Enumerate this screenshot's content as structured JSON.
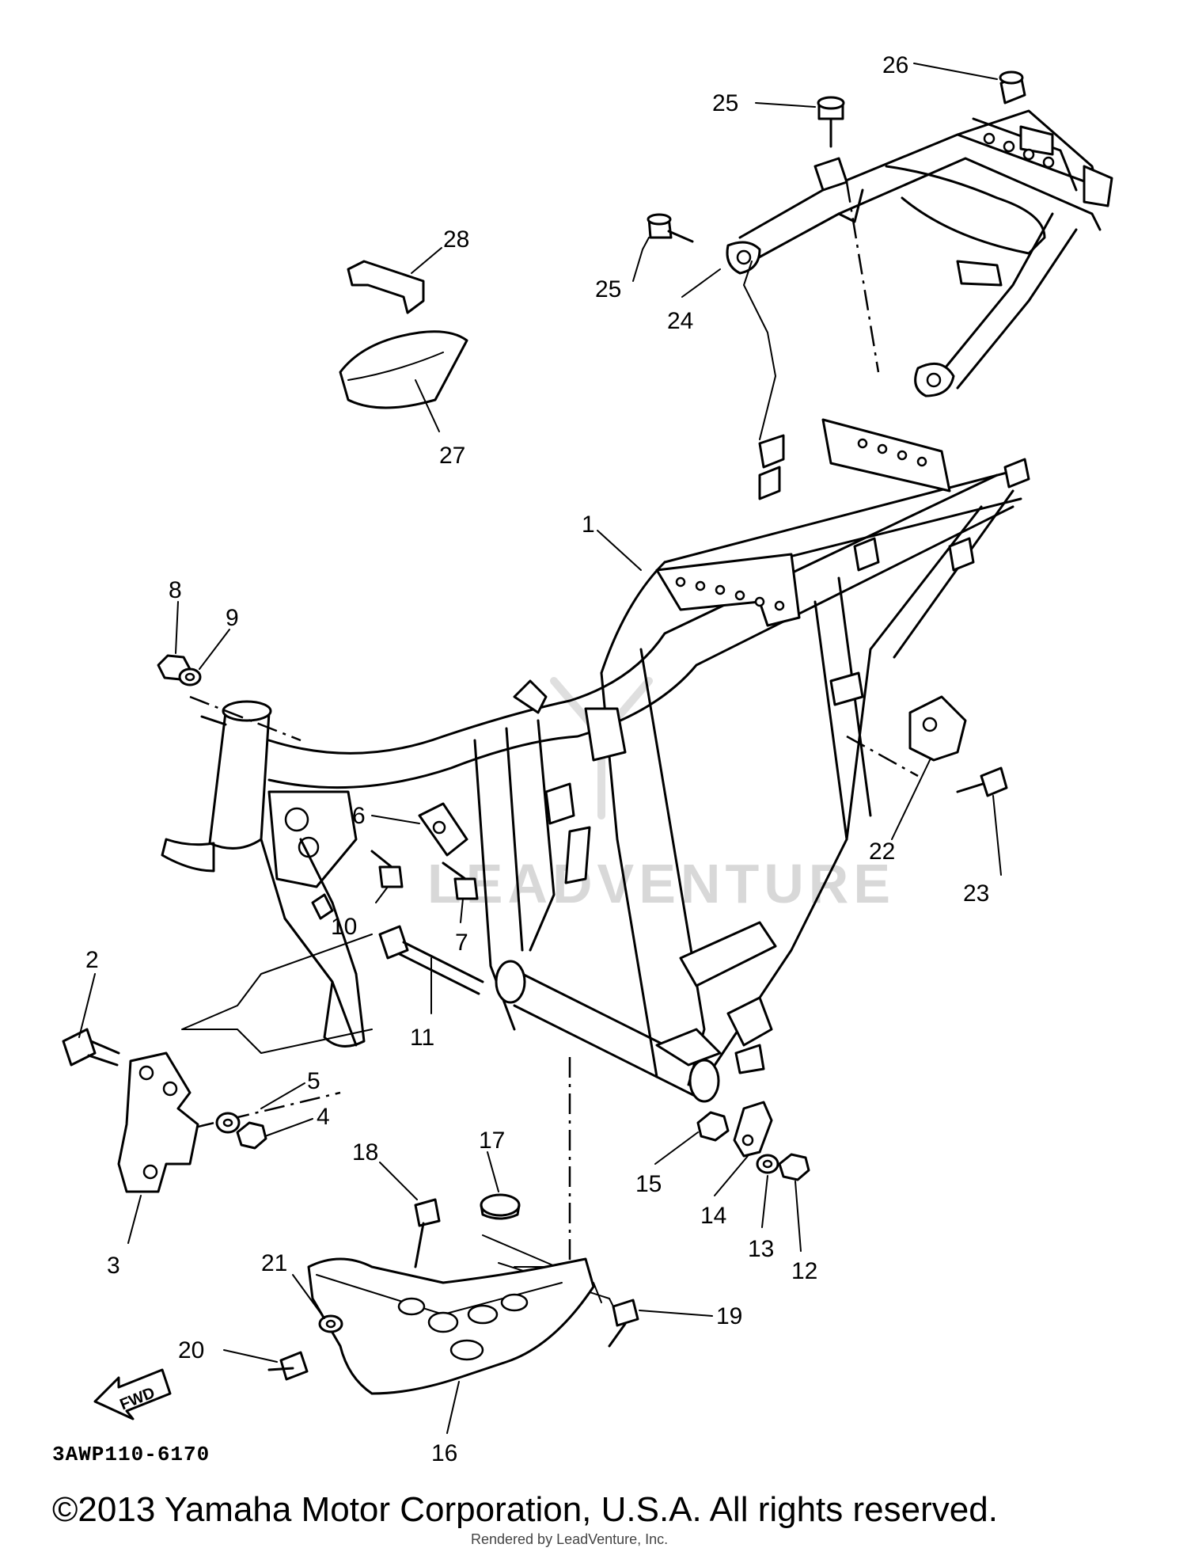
{
  "diagram": {
    "callouts": [
      {
        "id": "1",
        "label": "1"
      },
      {
        "id": "2",
        "label": "2"
      },
      {
        "id": "3",
        "label": "3"
      },
      {
        "id": "4",
        "label": "4"
      },
      {
        "id": "5",
        "label": "5"
      },
      {
        "id": "6",
        "label": "6"
      },
      {
        "id": "7",
        "label": "7"
      },
      {
        "id": "8",
        "label": "8"
      },
      {
        "id": "9",
        "label": "9"
      },
      {
        "id": "10",
        "label": "10"
      },
      {
        "id": "11",
        "label": "11"
      },
      {
        "id": "12",
        "label": "12"
      },
      {
        "id": "13",
        "label": "13"
      },
      {
        "id": "14",
        "label": "14"
      },
      {
        "id": "15",
        "label": "15"
      },
      {
        "id": "16",
        "label": "16"
      },
      {
        "id": "17",
        "label": "17"
      },
      {
        "id": "18",
        "label": "18"
      },
      {
        "id": "19",
        "label": "19"
      },
      {
        "id": "20",
        "label": "20"
      },
      {
        "id": "21",
        "label": "21"
      },
      {
        "id": "22",
        "label": "22"
      },
      {
        "id": "23",
        "label": "23"
      },
      {
        "id": "24",
        "label": "24"
      },
      {
        "id": "25a",
        "label": "25"
      },
      {
        "id": "25b",
        "label": "25"
      },
      {
        "id": "26",
        "label": "26"
      },
      {
        "id": "27",
        "label": "27"
      },
      {
        "id": "28",
        "label": "28"
      }
    ],
    "fwd_label": "FWD",
    "diagram_code": "3AWP110-6170",
    "watermark": "LEADVENTURE"
  },
  "footer": {
    "copyright": "©2013 Yamaha Motor Corporation, U.S.A. All rights reserved.",
    "rendered_by": "Rendered by LeadVenture, Inc."
  }
}
